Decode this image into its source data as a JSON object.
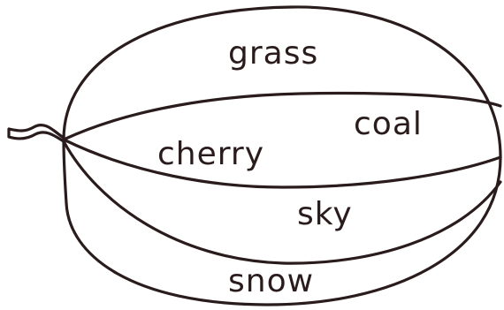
{
  "sections": [
    {
      "id": "grass",
      "label": "grass"
    },
    {
      "id": "coal",
      "label": "coal"
    },
    {
      "id": "cherry",
      "label": "cherry"
    },
    {
      "id": "sky",
      "label": "sky"
    },
    {
      "id": "snow",
      "label": "snow"
    }
  ]
}
